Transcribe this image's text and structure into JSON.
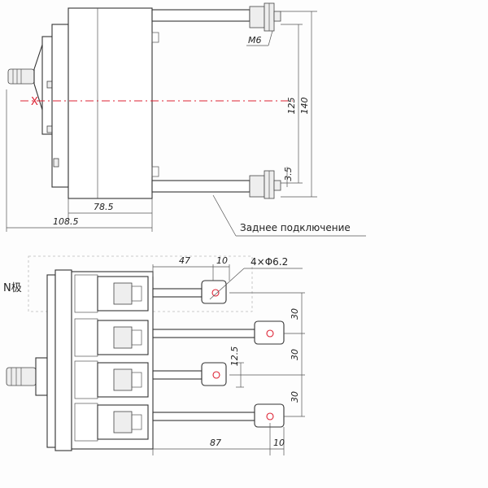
{
  "side_view": {
    "axis_label": "X",
    "dim_m6": "M6",
    "dim_125": "125",
    "dim_140": "140",
    "dim_3_5": "3.5",
    "dim_78_5": "78.5",
    "dim_108_5": "108.5",
    "callout": "Заднее подключение"
  },
  "top_view": {
    "pole_label": "N极",
    "dim_47": "47",
    "dim_10_top": "10",
    "holes": "4×Φ6.2",
    "dim_30_a": "30",
    "dim_30_b": "30",
    "dim_30_c": "30",
    "dim_12_5": "12.5",
    "dim_87": "87",
    "dim_10_bottom": "10"
  }
}
